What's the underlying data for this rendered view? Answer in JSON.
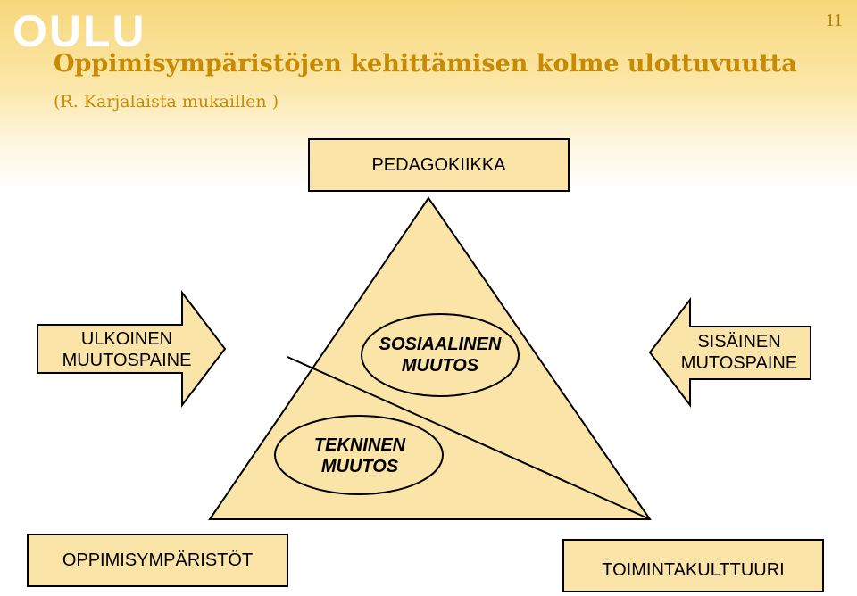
{
  "header": {
    "logo_text": "OULU",
    "page_number": "11",
    "title_main": "Oppimisympäristöjen kehittämisen kolme ulottuvuutta",
    "title_attribution": "(R. Karjalaista mukaillen )"
  },
  "diagram": {
    "top_box": "PEDAGOKIIKKA",
    "left_arrow_line1": "ULKOINEN",
    "left_arrow_line2": "MUUTOSPAINE",
    "right_arrow_line1": "SISÄINEN",
    "right_arrow_line2": "MUTOSPAINE",
    "social_line1": "SOSIAALINEN",
    "social_line2": "MUUTOS",
    "technical_line1": "TEKNINEN",
    "technical_line2": "MUUTOS",
    "bottom_left_box": "OPPIMISYMPÄRISTÖT",
    "bottom_right_box": "TOIMINTAKULTTUURI"
  },
  "colors": {
    "fill": "#fbe4a8",
    "title": "#c88a00",
    "header_band": "#f7d77a"
  }
}
